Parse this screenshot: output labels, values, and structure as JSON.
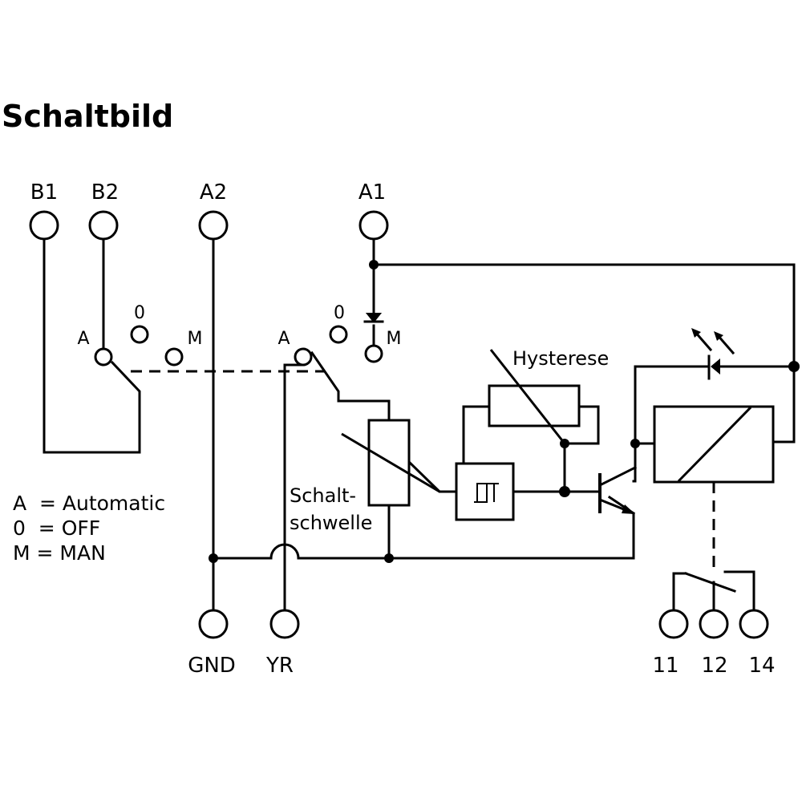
{
  "title": "Schaltbild",
  "terminals": {
    "b1": "B1",
    "b2": "B2",
    "a2": "A2",
    "a1": "A1",
    "gnd": "GND",
    "yr": "YR",
    "t11": "11",
    "t12": "12",
    "t14": "14"
  },
  "switch_left": {
    "a": "A",
    "zero": "0",
    "m": "M"
  },
  "switch_right": {
    "a": "A",
    "zero": "0",
    "m": "M"
  },
  "labels": {
    "hysterese": "Hysterese",
    "schaltschwelle_1": "Schalt-",
    "schaltschwelle_2": "schwelle"
  },
  "legend": [
    "A  = Automatic",
    "0  = OFF",
    "M = MAN"
  ]
}
